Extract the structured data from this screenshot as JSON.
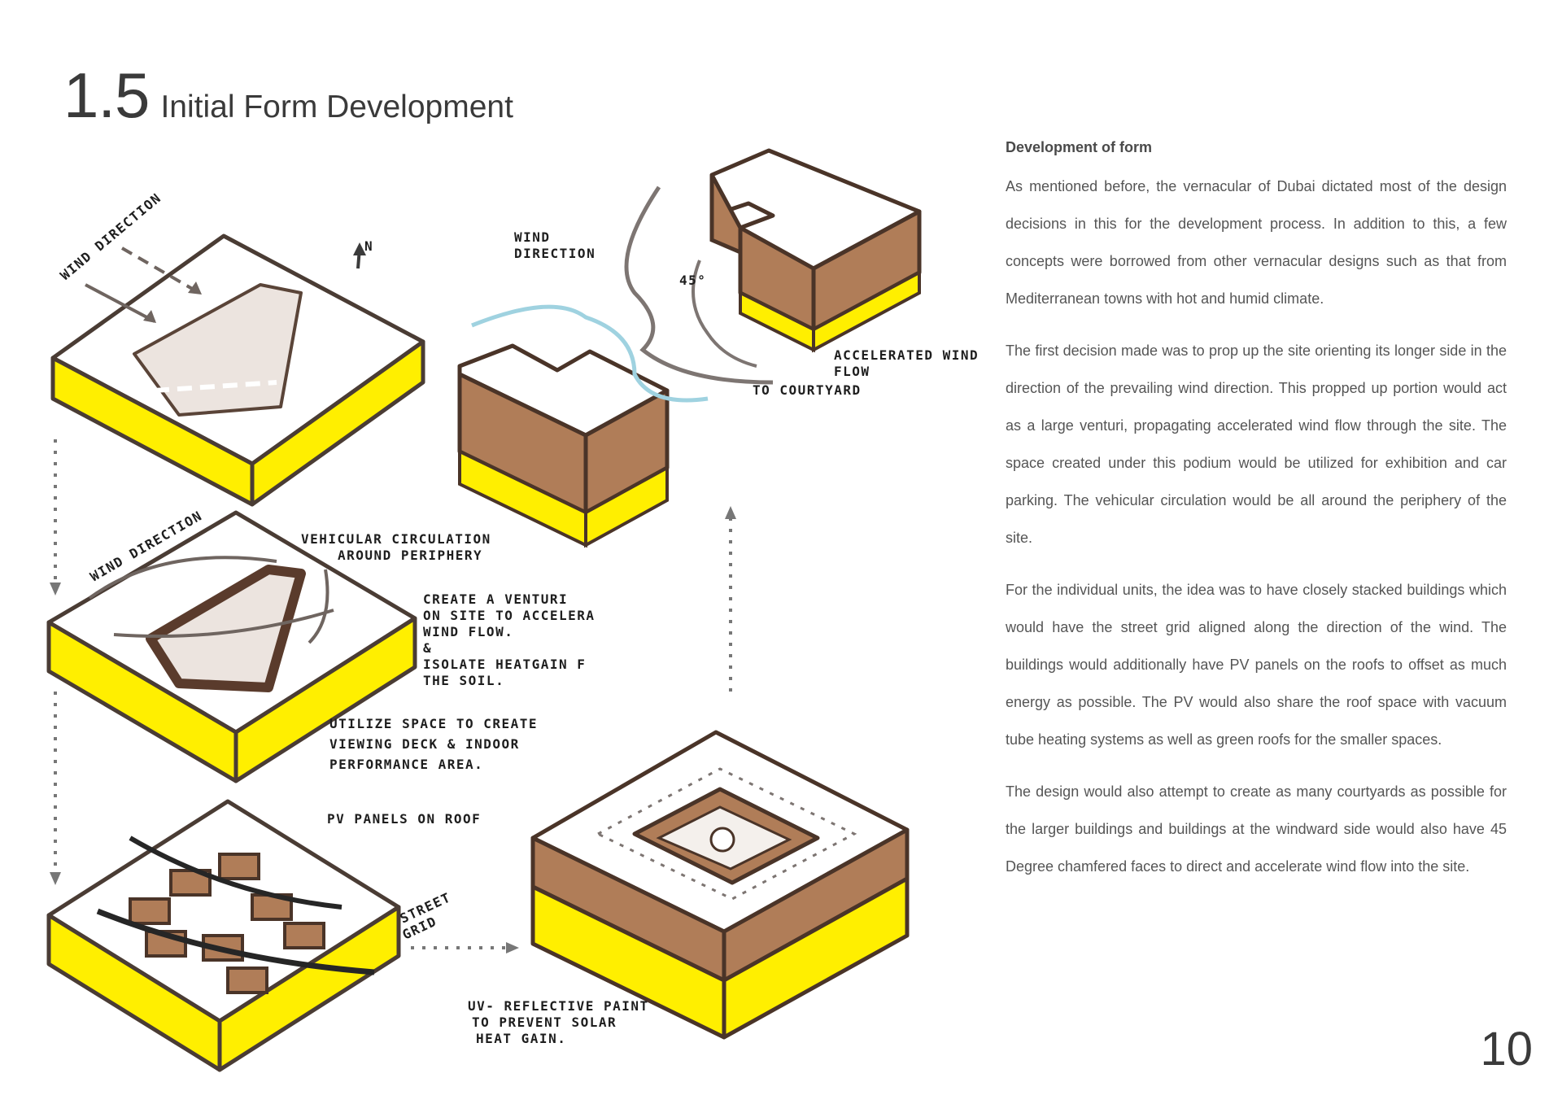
{
  "header": {
    "section_number": "1.5",
    "section_title": "Initial Form Development"
  },
  "sidebar": {
    "heading": "Development of form",
    "paragraphs": [
      "As mentioned before, the vernacular of Dubai dictated most of the design decisions in this for the development process. In addition to this, a few concepts were borrowed from other vernacular designs such as that from Mediterranean towns with hot and humid climate.",
      "The first decision made was to prop up the site orienting its longer side in the direction of the prevailing wind direction. This propped up portion would act as a large venturi, propagating accelerated wind flow through the site. The space created under this podium would be utilized for exhibition and car parking. The vehicular circulation would be all around the periphery of the site.",
      "For the individual units, the idea was to have closely stacked buildings which would have the street grid aligned along the direction of the wind. The buildings would additionally have PV panels on the roofs to offset as much energy as possible. The PV would also share the roof space with vacuum tube heating systems as well as green roofs for the smaller spaces.",
      "The design would also attempt to create as many courtyards as possible for the larger buildings and buildings at the windward side would also have 45 Degree chamfered faces to direct and accelerate wind flow into the site."
    ]
  },
  "sketch": {
    "north": "N",
    "wind_direction_1": "WIND DIRECTION",
    "wind_direction_2": "WIND DIRECTION",
    "wind_direction_3": [
      "WIND",
      "DIRECTION"
    ],
    "angle": "45°",
    "accelerated_flow": [
      "ACCELERATED WIND",
      "FLOW"
    ],
    "to_courtyard": "TO COURTYARD",
    "vehicular": [
      "VEHICULAR CIRCULATION",
      "AROUND PERIPHERY"
    ],
    "venturi": [
      "CREATE A VENTURI",
      "ON SITE TO ACCELERA",
      "WIND FLOW.",
      "&",
      "ISOLATE HEATGAIN F",
      "THE SOIL."
    ],
    "utilize": [
      "UTILIZE SPACE TO CREATE",
      "VIEWING DECK & INDOOR",
      "PERFORMANCE AREA."
    ],
    "pv_panels": "PV PANELS ON ROOF",
    "street_grid": [
      "STREET",
      "GRID"
    ],
    "uv_paint": [
      "UV- REFLECTIVE PAINT",
      "TO PREVENT SOLAR",
      "HEAT GAIN."
    ]
  },
  "footer": {
    "page_number": "10"
  },
  "colors": {
    "podium_yellow": "#ffef00",
    "block_brown": "#b07d58",
    "outline_dark": "#4a3428",
    "top_white": "#ffffff",
    "wind_blue": "#9fd2e0"
  }
}
